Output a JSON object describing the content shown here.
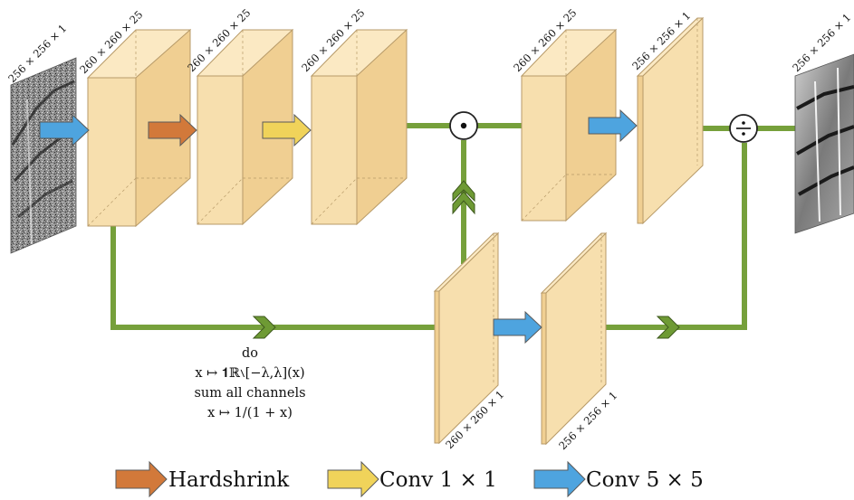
{
  "diagram": {
    "colors": {
      "block_fill": "#f7dfae",
      "block_side": "#f0cf92",
      "block_stroke": "#b79a68",
      "line_green": "#76a03b",
      "chevron_green": "#6e9a34",
      "hardshrink": "#d2793a",
      "conv1x1": "#f0d35a",
      "conv5x5": "#4ea4df",
      "arrow_stroke": "#5a5a5a"
    },
    "input_image": {
      "label": "256 × 256 × 1"
    },
    "output_image": {
      "label": "256 × 256 × 1"
    },
    "blocks": [
      {
        "id": "block-1",
        "label": "260 × 260 × 25"
      },
      {
        "id": "block-2",
        "label": "260 × 260 × 25"
      },
      {
        "id": "block-3",
        "label": "260 × 260 × 25"
      },
      {
        "id": "block-4",
        "label": "260 × 260 × 25"
      },
      {
        "id": "block-5",
        "label": "256 × 256 × 1"
      },
      {
        "id": "block-6",
        "label": "260 × 260 × 1"
      },
      {
        "id": "block-7",
        "label": "256 × 256 × 1"
      }
    ],
    "operators": {
      "multiply": "⊙",
      "divide": "÷"
    },
    "operation_lines": [
      "do",
      "x ↦ 𝟏ℝ∖[−λ,λ](x)",
      "sum all channels",
      "x ↦ 1/(1 + x)"
    ],
    "legend": [
      {
        "label": "Hardshrink",
        "color_key": "hardshrink"
      },
      {
        "label": "Conv 1 × 1",
        "color_key": "conv1x1"
      },
      {
        "label": "Conv 5 × 5",
        "color_key": "conv5x5"
      }
    ]
  }
}
